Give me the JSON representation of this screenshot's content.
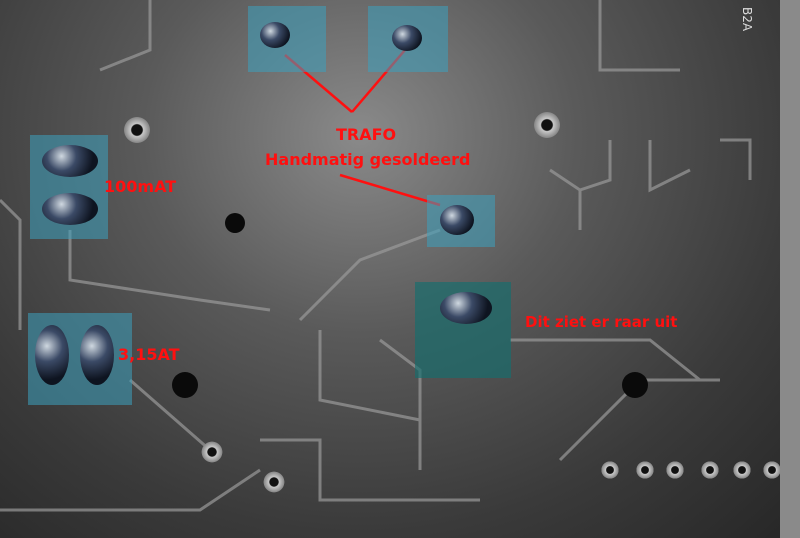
{
  "annotations": {
    "trafo": "TRAFO",
    "hand_soldered": "Handmatig gesoldeerd",
    "fuse_small": "100mAT",
    "fuse_large": "3,15AT",
    "odd": "Dit ziet er raar uit"
  },
  "silkscreen": "B2A",
  "colors": {
    "annotation": "#ff1010",
    "highlight": "#3ca0be"
  }
}
